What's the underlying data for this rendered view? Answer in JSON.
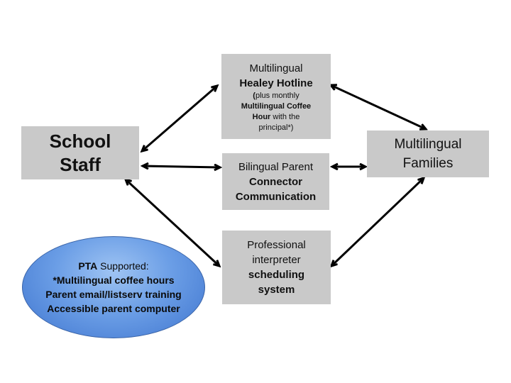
{
  "school_staff": {
    "line1": "School",
    "line2": "Staff"
  },
  "multilingual_families": {
    "line1": "Multilingual",
    "line2": "Families"
  },
  "hotline_box": {
    "line1": "Multilingual",
    "line2": "Healey Hotline",
    "paren_open": "(",
    "note_a": "plus monthly",
    "note_b": "Multilingual Coffee",
    "note_c": "Hour",
    "note_d": " with the",
    "note_e": "principal*)"
  },
  "connector_box": {
    "line1": "Bilingual Parent",
    "line2": "Connector",
    "line3": "Communication"
  },
  "interpreter_box": {
    "line1": "Professional",
    "line2": "interpreter",
    "line3": "scheduling",
    "line4": "system"
  },
  "pta_ellipse": {
    "title_bold": "PTA",
    "title_rest": " Supported:",
    "item1": "*Multilingual coffee hours",
    "item2": "Parent email/listserv training",
    "item3": "Accessible parent computer"
  },
  "colors": {
    "box_fill": "#c9c9c9",
    "ellipse_fill": "#5b8fe0",
    "arrow": "#000000"
  }
}
